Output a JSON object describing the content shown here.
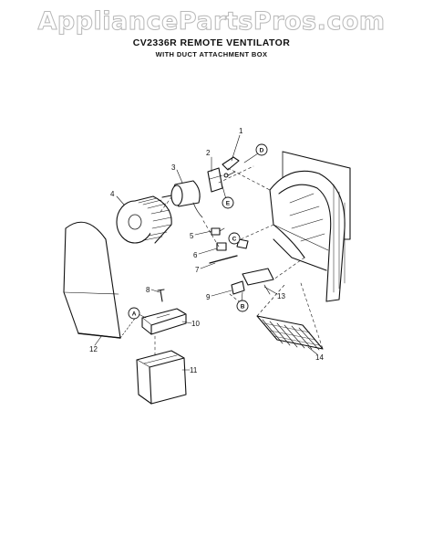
{
  "watermark": "AppliancePartsPros.com",
  "title": "CV2336R REMOTE VENTILATOR",
  "subtitle": "WITH DUCT ATTACHMENT BOX",
  "part_labels": [
    "1",
    "2",
    "3",
    "4",
    "5",
    "6",
    "7",
    "8",
    "9",
    "10",
    "11",
    "12",
    "13",
    "14"
  ],
  "callouts": [
    "D",
    "E",
    "C",
    "B",
    "A"
  ]
}
